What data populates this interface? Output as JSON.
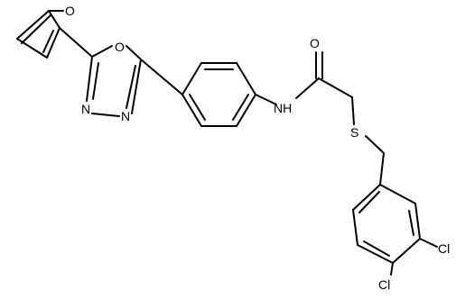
{
  "diagram": {
    "atoms": {
      "furan_o": "O",
      "oxadiazole_o": "O",
      "oxadiazole_n1": "N",
      "oxadiazole_n2": "N",
      "amide_nh": "NH",
      "carbonyl_o": "O",
      "sulfur": "S",
      "chlorine_1": "Cl",
      "chlorine_2": "Cl"
    },
    "colors": {
      "bond": "#000000",
      "label": "#000000",
      "background": "#ffffff"
    }
  }
}
